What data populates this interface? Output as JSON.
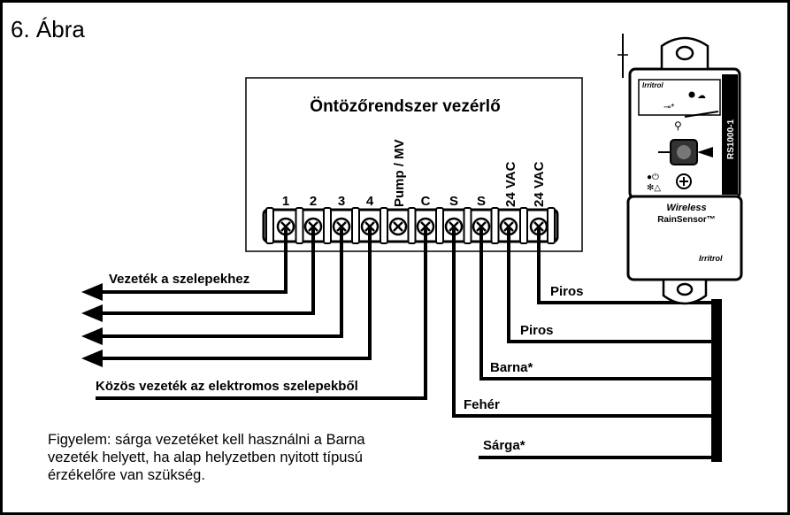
{
  "figure": {
    "title": "6. Ábra"
  },
  "controller": {
    "title": "Öntözőrendszer vezérlő",
    "terminals": [
      "1",
      "2",
      "3",
      "4",
      "Pump / MV",
      "C",
      "S",
      "S",
      "24 VAC",
      "24 VAC"
    ]
  },
  "sensor": {
    "brand": "Irritrol",
    "model": "RS1000-1",
    "name_line1": "Wireless",
    "name_line2": "RainSensor™",
    "brand_bottom": "Irritrol"
  },
  "wires": {
    "valves_label": "Vezeték a szelepekhez",
    "common_label": "Közös vezeték az elektromos szelepekből",
    "red1": "Piros",
    "red2": "Piros",
    "brown": "Barna*",
    "white": "Fehér",
    "yellow": "Sárga*"
  },
  "note": {
    "line1": "Figyelem: sárga vezetéket kell használni a Barna",
    "line2": "vezeték helyett, ha alap helyzetben nyitott típusú",
    "line3": "érzékelőre van szükség."
  }
}
